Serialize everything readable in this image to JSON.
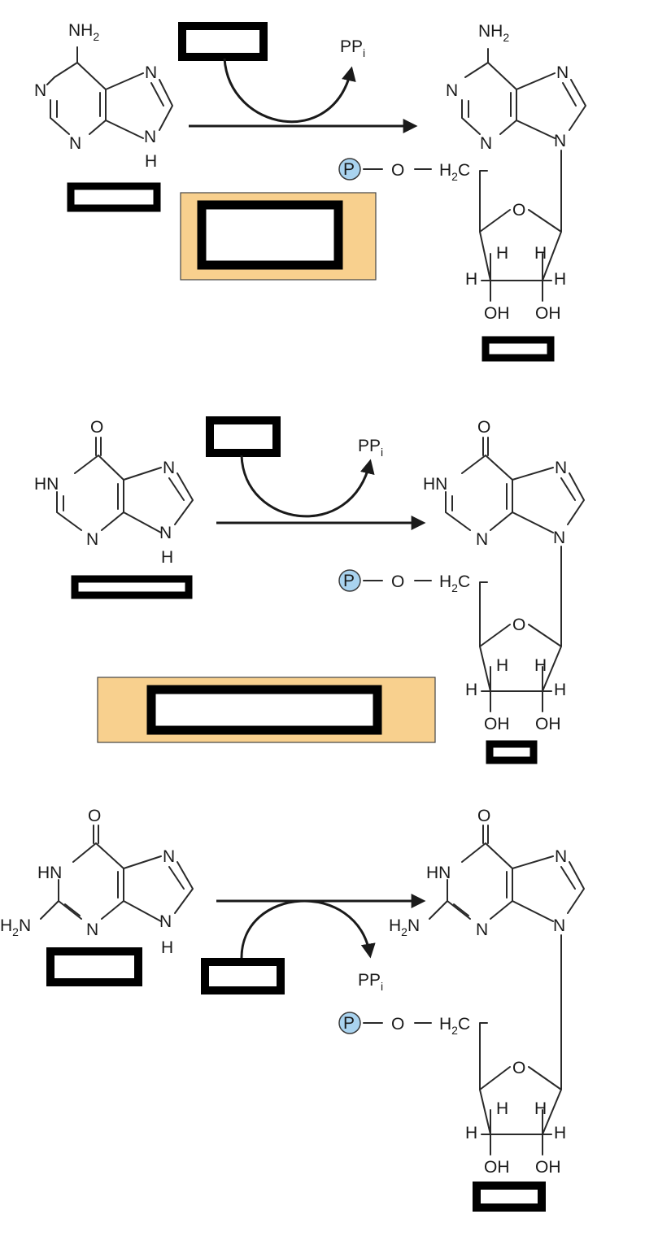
{
  "labels": {
    "nh2": "NH",
    "sub2": "2",
    "n": "N",
    "h": "H",
    "hn": "HN",
    "h2n_h": "H",
    "h2n_sub": "2",
    "h2n_n": "N",
    "o": "O",
    "oh": "OH",
    "p": "P",
    "ppi_main": "PP",
    "ppi_sub": "i",
    "ch2_h": "H",
    "ch2_sub": "2",
    "ch2_c": "C",
    "o_link": "O"
  },
  "colors": {
    "phosphate": "#a9d3ef",
    "enzyme_box": "#f8d08e"
  },
  "reactions": [
    {
      "substrate": "adenine",
      "hidden_labels": [
        "cosubstrate",
        "substrate_name",
        "enzyme",
        "product_name"
      ]
    },
    {
      "substrate": "hypoxanthine",
      "hidden_labels": [
        "cosubstrate",
        "substrate_name",
        "enzyme",
        "product_name"
      ]
    },
    {
      "substrate": "guanine",
      "hidden_labels": [
        "substrate_name",
        "cosubstrate",
        "product_name"
      ]
    }
  ]
}
